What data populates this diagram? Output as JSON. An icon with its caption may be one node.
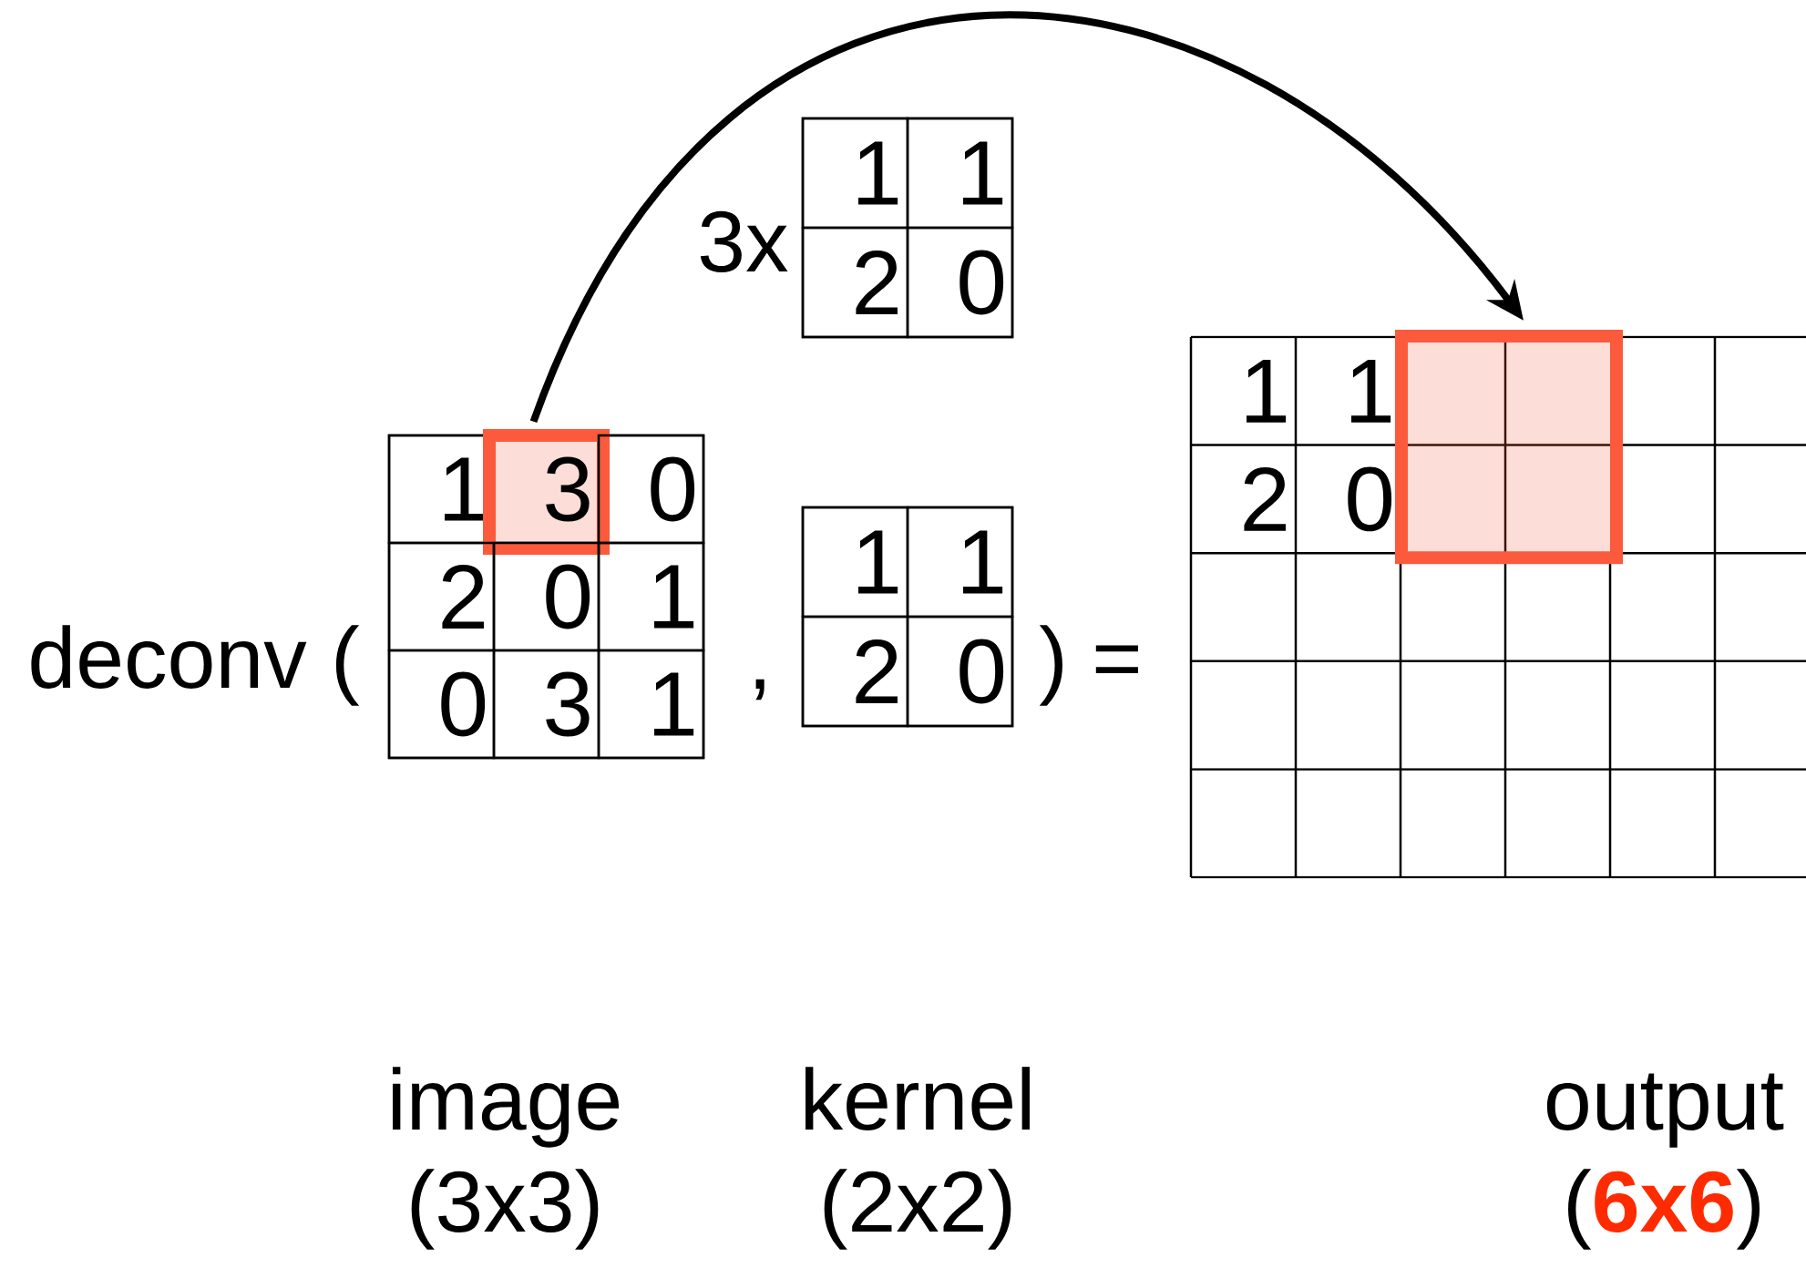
{
  "diagram": {
    "nodes": [
      {
        "text": [],
        "shape": "box"
      },
      {
        "text": [
          "1"
        ],
        "in": 0
      },
      {
        "text": [
          "3"
        ],
        "in": 0
      },
      {
        "text": [
          "0"
        ],
        "in": 0
      },
      {
        "text": [
          "2"
        ],
        "in": 0
      },
      {
        "text": [
          "0"
        ],
        "in": 0
      },
      {
        "text": [
          "1"
        ],
        "in": 0
      },
      {
        "text": [
          "0"
        ],
        "in": 0
      },
      {
        "text": [
          "3"
        ],
        "in": 0
      },
      {
        "text": [
          "1"
        ],
        "in": 0
      },
      {
        "text": [],
        "shape": "box",
        "beside": [
          "3x"
        ]
      },
      {
        "text": [
          "1"
        ],
        "in": 10
      },
      {
        "text": [
          "1"
        ],
        "in": 10
      },
      {
        "text": [
          "2"
        ],
        "in": 10
      },
      {
        "text": [
          "0"
        ],
        "in": 10
      },
      {
        "text": [],
        "shape": "box"
      },
      {
        "text": [
          "1"
        ],
        "in": 15
      },
      {
        "text": [
          "1"
        ],
        "in": 15
      },
      {
        "text": [
          "2"
        ],
        "in": 15
      },
      {
        "text": [
          "0"
        ],
        "in": 15
      },
      {
        "text": [],
        "shape": "box"
      },
      {
        "text": [
          "1"
        ],
        "in": 20
      },
      {
        "text": [
          "1"
        ],
        "in": 20
      },
      {
        "text": [
          "2"
        ],
        "in": 20
      },
      {
        "text": [
          "0"
        ],
        "in": 20
      },
      {
        "text": [],
        "shape": "box",
        "in": 20
      }
    ],
    "edges": [
      {
        "from": 2,
        "to": 25,
        "arrow": "to"
      }
    ],
    "labels": [
      "deconv (",
      ",",
      ") =",
      "image (3x3)",
      "kernel (2x2)",
      "output (**6x6**)"
    ]
  }
}
